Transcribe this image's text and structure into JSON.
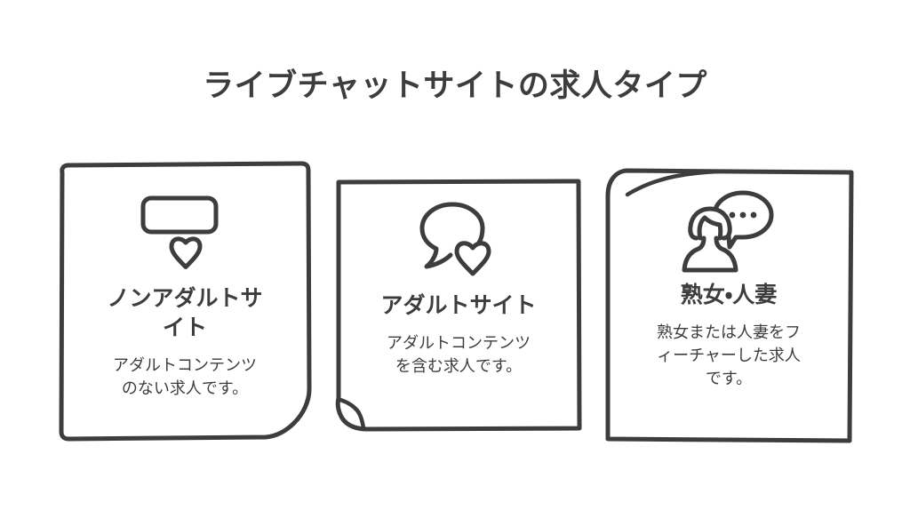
{
  "page": {
    "title": "ライブチャットサイトの求人タイプ",
    "background_color": "#ffffff",
    "ink_color": "#3d3d3d"
  },
  "cards": [
    {
      "id": "non-adult-site",
      "title": "ノンアダルトサ\nイト",
      "title_line1": "ノンアダルトサ",
      "title_line2": "イト",
      "body": "アダルトコンテンツ\nのない求人です。",
      "body_line1": "アダルトコンテンツ",
      "body_line2": "のない求人です。",
      "icon": "screen-with-heart-icon",
      "corner_fold": "bottom-right"
    },
    {
      "id": "adult-site",
      "title": "アダルトサイト",
      "body": "アダルトコンテンツ\nを含む求人です。",
      "body_line1": "アダルトコンテンツ",
      "body_line2": "を含む求人です。",
      "icon": "speech-bubble-with-heart-icon",
      "corner_fold": "bottom-left"
    },
    {
      "id": "mature-married-women",
      "title": "熟女・人妻",
      "body": "熟女または人妻をフ\nィーチャーした求人\nです。",
      "body_line1": "熟女または人妻をフ",
      "body_line2": "ィーチャーした求人",
      "body_line3": "です。",
      "icon": "woman-with-speech-bubble-icon",
      "corner_fold": "top-left"
    }
  ]
}
